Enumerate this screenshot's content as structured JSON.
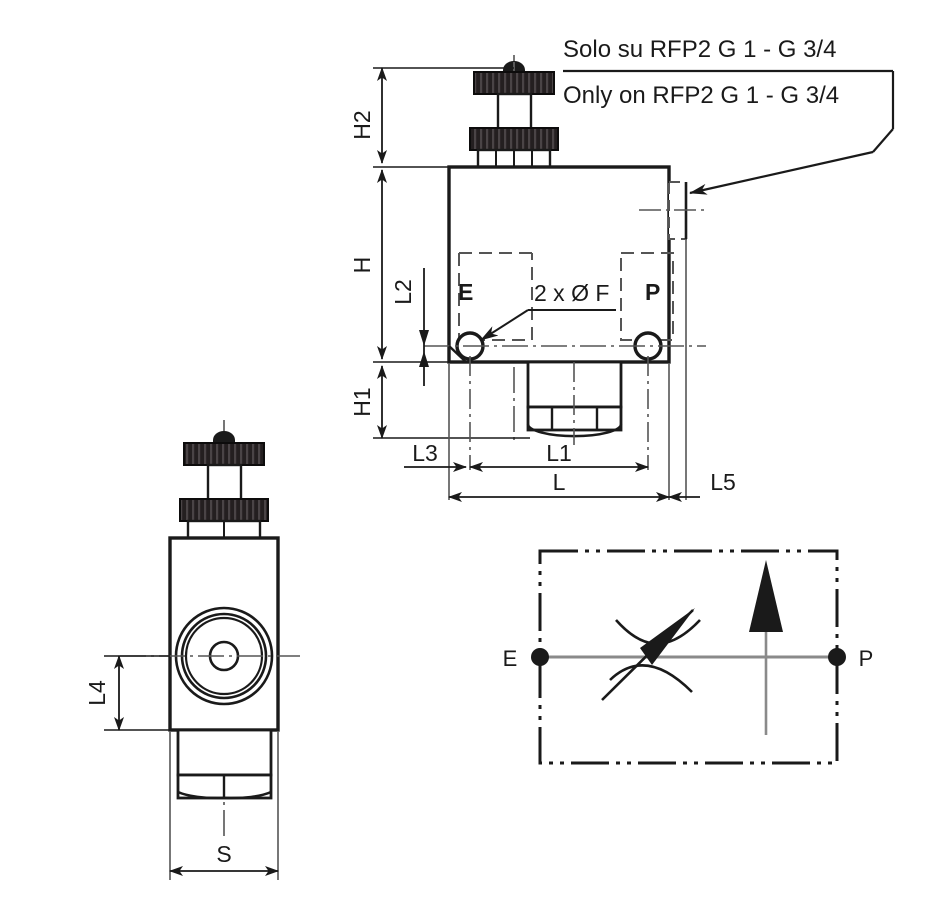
{
  "drawing": {
    "type": "technical-drawing",
    "subject": "RFP2 flow control valve",
    "views": [
      "side-section-view",
      "front-view",
      "hydraulic-symbol"
    ]
  },
  "annotation": {
    "line_it": "Solo su RFP2 G 1 - G 3/4",
    "line_en": "Only on RFP2 G 1 - G 3/4"
  },
  "main_view": {
    "dimensions": {
      "h2": "H2",
      "h": "H",
      "h1": "H1",
      "l2": "L2",
      "l3": "L3",
      "l1": "L1",
      "l": "L",
      "l5": "L5"
    },
    "ports": {
      "inlet": "E",
      "outlet": "P"
    },
    "hole_callout": "2 x Ø F"
  },
  "front_view": {
    "dimensions": {
      "l4": "L4",
      "s": "S"
    }
  },
  "symbol": {
    "port_left": "E",
    "port_right": "P"
  },
  "colors": {
    "line": "#1a1a1a",
    "knob_fill": "#231f20",
    "background": "#ffffff",
    "thin": "#3a3a3a"
  }
}
